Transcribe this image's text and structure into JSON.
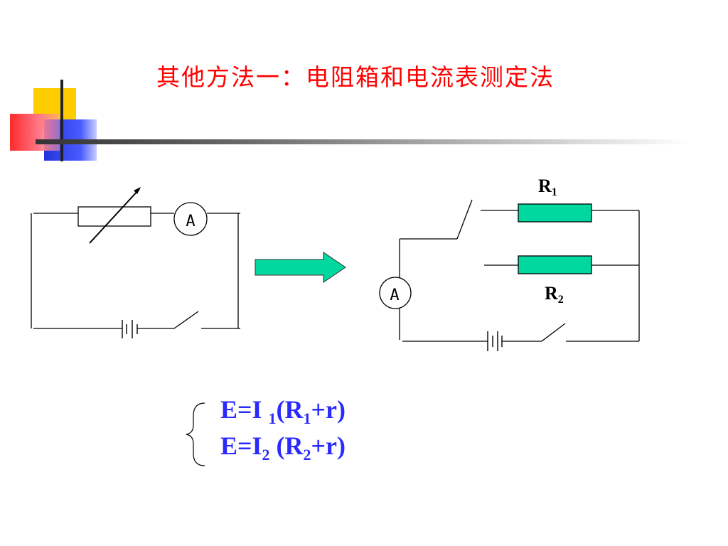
{
  "slide": {
    "title": "其他方法一：电阻箱和电流表测定法",
    "colors": {
      "title": "#ff0000",
      "equations": "#2a2aff",
      "resistor_fill": "#00d8a0",
      "arrow_fill": "#00d8a0"
    }
  },
  "circuit_left": {
    "ammeter_label": "A"
  },
  "circuit_right": {
    "ammeter_label": "A",
    "r1_label": "R",
    "r1_sub": "1",
    "r2_label": "R",
    "r2_sub": "2"
  },
  "equations": {
    "eq1": {
      "a": "E=I ",
      "sub1": "1",
      "b": "(R",
      "sub2": "1",
      "c": "+r)"
    },
    "eq2": {
      "a": "E=I",
      "sub1": "2",
      "b": " (R",
      "sub2": "2",
      "c": "+r)"
    }
  }
}
